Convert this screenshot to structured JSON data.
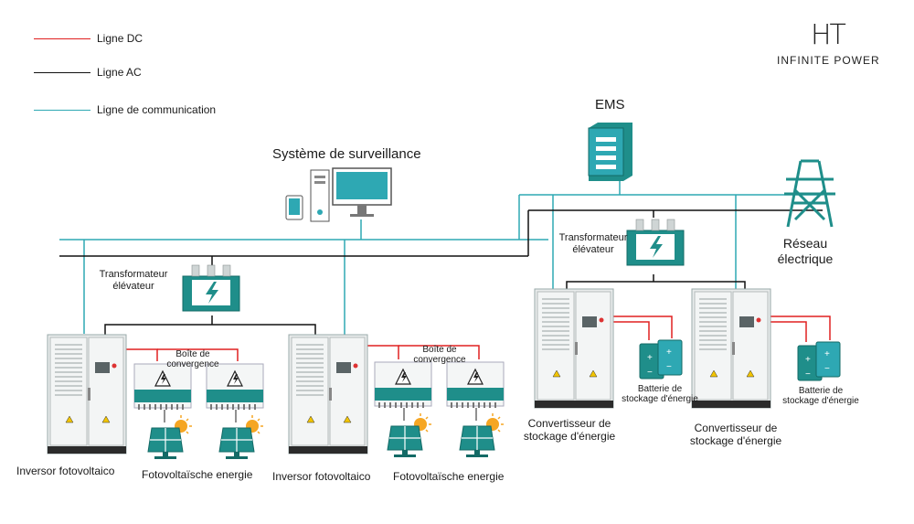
{
  "legend": {
    "dc": {
      "label": "Ligne DC",
      "color": "#e02020"
    },
    "ac": {
      "label": "Ligne AC",
      "color": "#111111"
    },
    "comm": {
      "label": "Ligne de communication",
      "color": "#2ea8b3"
    }
  },
  "brand": {
    "mark": "HT",
    "tagline": "INFINITE POWER"
  },
  "nodes": {
    "ems": "EMS",
    "monitoring": "Système de surveillance",
    "grid": [
      "Réseau",
      "électrique"
    ],
    "transformer_left": [
      "Transformateur",
      "élévateur"
    ],
    "transformer_right": [
      "Transformateur",
      "élévateur"
    ],
    "combiner_box_1": [
      "Boîte de",
      "convergence"
    ],
    "combiner_box_2": [
      "Boîte de",
      "convergence"
    ],
    "pv_inverter_1": "Inversor fotovoltaico",
    "pv_inverter_2": "Inversor fotovoltaico",
    "pv_energy_1": "Fotovoltaïsche energie",
    "pv_energy_2": "Fotovoltaïsche energie",
    "storage_converter_1": [
      "Convertisseur de",
      "stockage d'énergie"
    ],
    "storage_converter_2": [
      "Convertisseur de",
      "stockage d'énergie"
    ],
    "battery_1": [
      "Batterie de",
      "stockage d'énergie"
    ],
    "battery_2": [
      "Batterie de",
      "stockage d'énergie"
    ]
  },
  "colors": {
    "accent": "#2ea8b3",
    "dark_teal": "#1f8e8a",
    "cabinet": "#e9ecec"
  }
}
